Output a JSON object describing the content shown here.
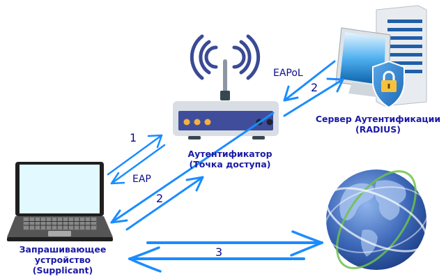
{
  "nodes": {
    "supplicant": {
      "line1": "Запрашивающее",
      "line2": "устройство",
      "line3": "(Supplicant)"
    },
    "authenticator": {
      "line1": "Аутентификатор",
      "line2": "(Точка доступа)"
    },
    "server": {
      "line1": "Сервер Аутентификации",
      "line2": "(RADIUS)"
    }
  },
  "links": {
    "step1": "1",
    "step2_client": "2",
    "step2_server": "2",
    "step3": "3",
    "proto_client": "EAP",
    "proto_server": "EAPoL"
  },
  "colors": {
    "arrow": "#1a8cff",
    "label": "#1a1aa6",
    "router_body": "#d9dee5",
    "router_panel": "#3f4d9a",
    "wifi": "#3b4a94"
  }
}
